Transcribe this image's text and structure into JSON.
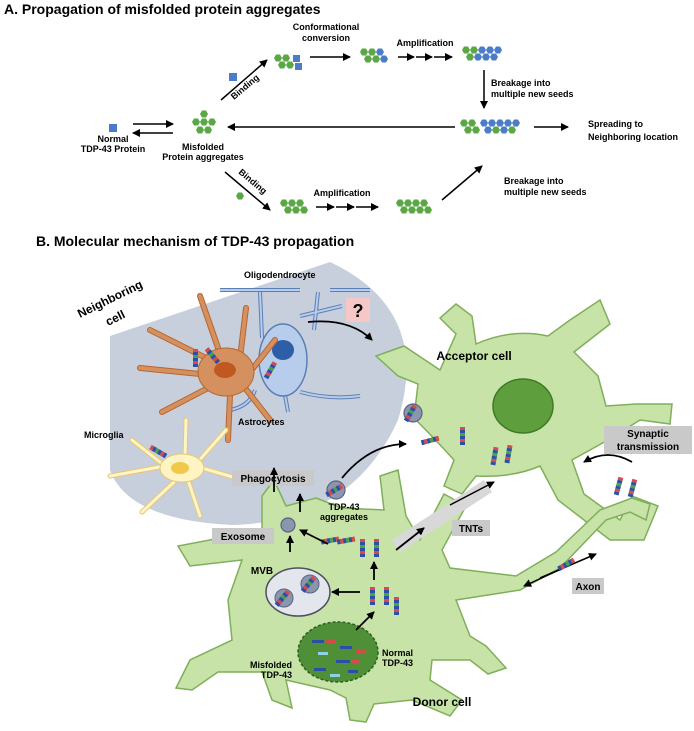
{
  "section_a": {
    "title": "A. Propagation of misfolded protein aggregates",
    "normal_protein": [
      "Normal",
      "TDP-43 Protein"
    ],
    "misfolded_aggregates": [
      "Misfolded",
      "Protein aggregates"
    ],
    "binding_top": "Binding",
    "binding_bottom": "Binding",
    "conformational": [
      "Conformational",
      "conversion"
    ],
    "amplification_top": "Amplification",
    "amplification_bottom": "Amplification",
    "breakage_top": [
      "Breakage into",
      "multiple new seeds"
    ],
    "breakage_bottom": [
      "Breakage into",
      "multiple new seeds"
    ],
    "spreading": [
      "Spreading to",
      "Neighboring location"
    ]
  },
  "section_b": {
    "title": "B. Molecular mechanism of TDP-43 propagation",
    "neighboring_cell": [
      "Neighboring",
      "cell"
    ],
    "oligodendrocyte": "Oligodendrocyte",
    "astrocytes": "Astrocytes",
    "microglia": "Microglia",
    "question": "?",
    "acceptor_cell": "Acceptor cell",
    "synaptic": [
      "Synaptic",
      "transmission"
    ],
    "phagocytosis": "Phagocytosis",
    "tdp43_aggregates": [
      "TDP-43",
      "aggregates"
    ],
    "tnts": "TNTs",
    "exosome": "Exosome",
    "mvb": "MVB",
    "axon": "Axon",
    "misfolded_tdp43": [
      "Misfolded",
      "TDP-43"
    ],
    "normal_tdp43": [
      "Normal",
      "TDP-43"
    ],
    "donor_cell": "Donor cell"
  },
  "colors": {
    "green_hex": "#5aa845",
    "blue_hex": "#4a7cc8",
    "cell_green": "#c7e3a8",
    "cell_outline": "#7faf5a",
    "neighbor_bg": "#c8cfdc",
    "astro": "#d4915f",
    "oligo": "#b8cdeb",
    "microglia": "#fff4c2",
    "question_bg": "#f5c7c7"
  }
}
